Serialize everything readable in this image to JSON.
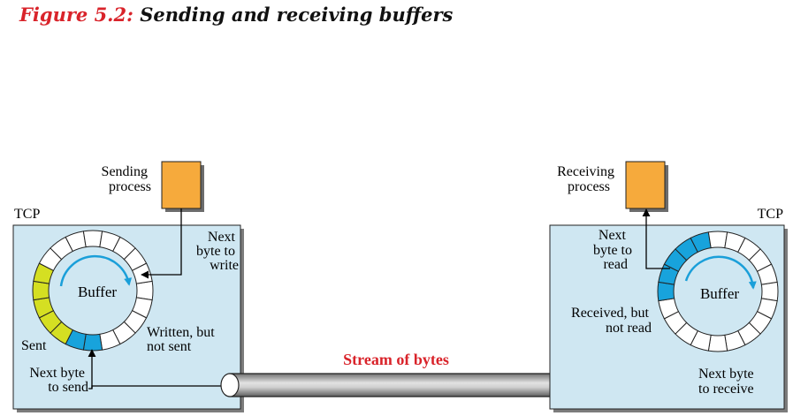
{
  "figure": {
    "number": "Figure 5.2:",
    "caption": "Sending and receiving buffers"
  },
  "sender": {
    "tcp_label": "TCP",
    "process_lines": [
      "Sending",
      "process"
    ],
    "buffer_label": "Buffer",
    "next_write_lines": [
      "Next",
      "byte to",
      "write"
    ],
    "written_lines": [
      "Written, but",
      "not sent"
    ],
    "sent_label": "Sent",
    "next_send_lines": [
      "Next byte",
      "to send"
    ]
  },
  "receiver": {
    "tcp_label": "TCP",
    "process_lines": [
      "Receiving",
      "process"
    ],
    "buffer_label": "Buffer",
    "next_read_lines": [
      "Next",
      "byte to",
      "read"
    ],
    "received_lines": [
      "Received, but",
      "not read"
    ],
    "next_receive_lines": [
      "Next byte",
      "to receive"
    ]
  },
  "stream": {
    "label": "Stream of bytes"
  },
  "buffers": {
    "slot_count": 20,
    "sender_sent_slots": [
      5,
      6
    ],
    "sender_unsent_slots": [
      7,
      8,
      9,
      10,
      11
    ],
    "receiver_received_slots": [
      10,
      11,
      12,
      13,
      14
    ]
  },
  "colors": {
    "title_number": "#d9232a",
    "stream_label": "#d9232a",
    "tcp_box": "#cfe7f2",
    "process_box": "#f6aa3c",
    "sent": "#18a3dc",
    "unsent": "#d5df22",
    "received": "#18a3dc",
    "arrow": "#1a9fd9",
    "pipe": "#9a9a9a"
  }
}
